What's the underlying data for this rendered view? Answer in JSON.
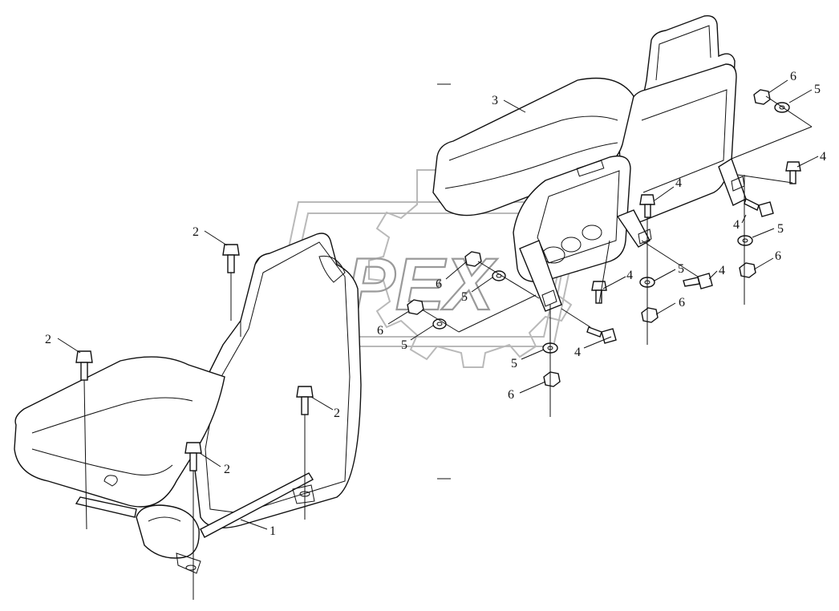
{
  "diagram": {
    "watermark": "OPEX",
    "callouts": [
      {
        "id": "c1",
        "text": "1"
      },
      {
        "id": "c2a",
        "text": "2"
      },
      {
        "id": "c2b",
        "text": "2"
      },
      {
        "id": "c2c",
        "text": "2"
      },
      {
        "id": "c2d",
        "text": "2"
      },
      {
        "id": "c3",
        "text": "3"
      },
      {
        "id": "c4a",
        "text": "4"
      },
      {
        "id": "c4b",
        "text": "4"
      },
      {
        "id": "c4c",
        "text": "4"
      },
      {
        "id": "c4d",
        "text": "4"
      },
      {
        "id": "c4e",
        "text": "4"
      },
      {
        "id": "c4f",
        "text": "4"
      },
      {
        "id": "c5a",
        "text": "5"
      },
      {
        "id": "c5b",
        "text": "5"
      },
      {
        "id": "c5c",
        "text": "5"
      },
      {
        "id": "c5d",
        "text": "5"
      },
      {
        "id": "c5e",
        "text": "5"
      },
      {
        "id": "c5f",
        "text": "5"
      },
      {
        "id": "c6a",
        "text": "6"
      },
      {
        "id": "c6b",
        "text": "6"
      },
      {
        "id": "c6c",
        "text": "6"
      },
      {
        "id": "c6d",
        "text": "6"
      },
      {
        "id": "c6e",
        "text": "6"
      },
      {
        "id": "c6f",
        "text": "6"
      }
    ]
  }
}
